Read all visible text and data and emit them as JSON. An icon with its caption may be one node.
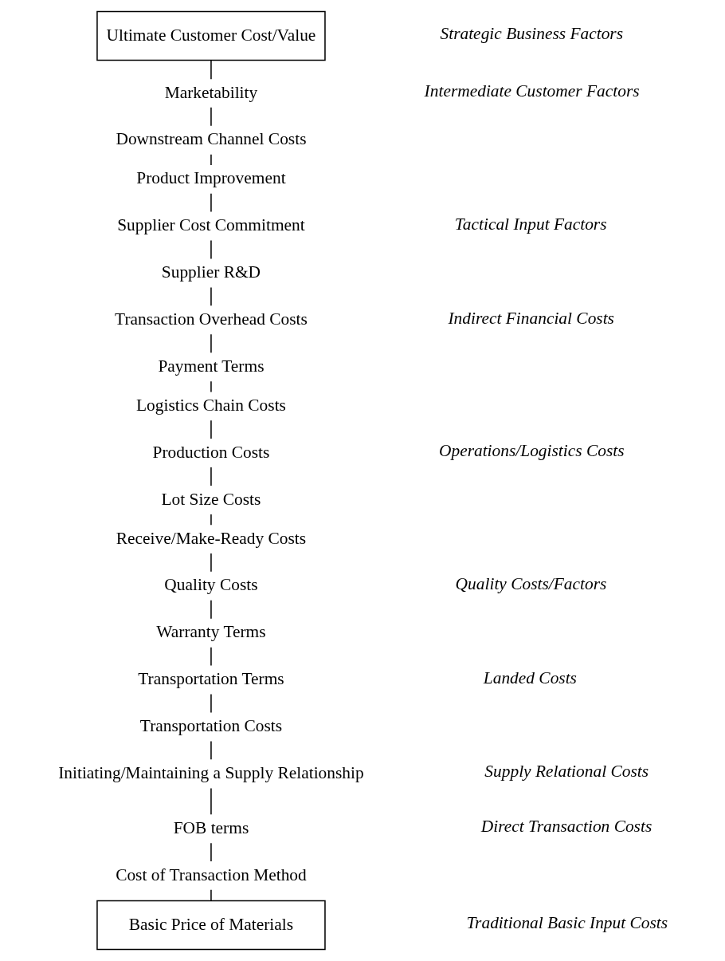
{
  "diagram": {
    "nodes": [
      {
        "text": [
          "Ultimate Customer Cost/Value"
        ]
      },
      {
        "text": [
          "Marketability"
        ]
      },
      {
        "text": [
          "Downstream Channel Costs"
        ]
      },
      {
        "text": [
          "Product Improvement"
        ]
      },
      {
        "text": [
          "Supplier Cost Commitment"
        ]
      },
      {
        "text": [
          "Supplier R&D"
        ]
      },
      {
        "text": [
          "Transaction Overhead Costs"
        ]
      },
      {
        "text": [
          "Payment Terms"
        ]
      },
      {
        "text": [
          "Logistics Chain Costs"
        ]
      },
      {
        "text": [
          "Production Costs"
        ]
      },
      {
        "text": [
          "Lot Size Costs"
        ]
      },
      {
        "text": [
          "Receive/Make-Ready Costs"
        ]
      },
      {
        "text": [
          "Quality Costs"
        ]
      },
      {
        "text": [
          "Warranty Terms"
        ]
      },
      {
        "text": [
          "Transportation Terms"
        ]
      },
      {
        "text": [
          "Transportation Costs"
        ]
      },
      {
        "text": [
          "Initiating/Maintaining a Supply Relationship"
        ]
      },
      {
        "text": [
          "FOB terms"
        ]
      },
      {
        "text": [
          "Cost of Transaction Method"
        ]
      },
      {
        "text": [
          "Basic Price of Materials"
        ]
      }
    ],
    "edges": [
      {
        "from": 0,
        "to": 1,
        "arrow": "none"
      },
      {
        "from": 1,
        "to": 2,
        "arrow": "none"
      },
      {
        "from": 2,
        "to": 3,
        "arrow": "none"
      },
      {
        "from": 3,
        "to": 4,
        "arrow": "none"
      },
      {
        "from": 4,
        "to": 5,
        "arrow": "none"
      },
      {
        "from": 5,
        "to": 6,
        "arrow": "none"
      },
      {
        "from": 6,
        "to": 7,
        "arrow": "none"
      },
      {
        "from": 7,
        "to": 8,
        "arrow": "none"
      },
      {
        "from": 8,
        "to": 9,
        "arrow": "none"
      },
      {
        "from": 9,
        "to": 10,
        "arrow": "none"
      },
      {
        "from": 10,
        "to": 11,
        "arrow": "none"
      },
      {
        "from": 11,
        "to": 12,
        "arrow": "none"
      },
      {
        "from": 12,
        "to": 13,
        "arrow": "none"
      },
      {
        "from": 13,
        "to": 14,
        "arrow": "none"
      },
      {
        "from": 14,
        "to": 15,
        "arrow": "none"
      },
      {
        "from": 15,
        "to": 16,
        "arrow": "none"
      },
      {
        "from": 16,
        "to": 17,
        "arrow": "none"
      },
      {
        "from": 17,
        "to": 18,
        "arrow": "none"
      },
      {
        "from": 18,
        "to": 19,
        "arrow": "none"
      }
    ],
    "labels": [
      "Strategic Business Factors",
      "Intermediate Customer Factors",
      "Tactical Input Factors",
      "Indirect Financial Costs",
      "Operations/Logistics Costs",
      "Quality Costs/Factors",
      "Landed Costs",
      "Supply Relational Costs",
      "Direct Transaction Costs",
      "Traditional Basic Input Costs"
    ]
  }
}
